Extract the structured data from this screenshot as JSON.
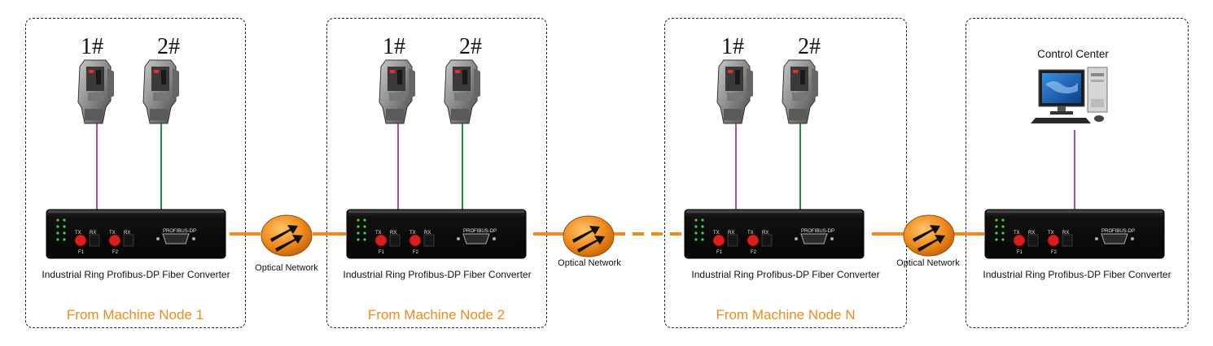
{
  "colors": {
    "orange": "#f08a1c",
    "purple": "#b04fa0",
    "green": "#1f8f3c",
    "black": "#1b1b1b",
    "red": "#d61f1f"
  },
  "icons": {
    "connector": "profibus-connector-icon",
    "converter": "fiber-converter-device",
    "network": "optical-network-icon",
    "computer": "computer-icon"
  },
  "nodes": [
    {
      "title": "From Machine Node 1",
      "connector_1": "1#",
      "connector_2": "2#",
      "device_caption": "Industrial Ring Profibus-DP Fiber Converter"
    },
    {
      "title": "From Machine Node 2",
      "connector_1": "1#",
      "connector_2": "2#",
      "device_caption": "Industrial Ring Profibus-DP Fiber Converter"
    },
    {
      "title": "From Machine Node N",
      "connector_1": "1#",
      "connector_2": "2#",
      "device_caption": "Industrial Ring Profibus-DP Fiber Converter"
    }
  ],
  "control_center": {
    "label": "Control Center",
    "device_caption": "Industrial Ring Profibus-DP Fiber Converter"
  },
  "networks": [
    "Optical Network",
    "Optical Network",
    "Optical Network"
  ],
  "device_panel": {
    "tx": "TX",
    "rx": "RX",
    "f1": "F1",
    "f2": "F2",
    "brand": "PROFIBUS-DP"
  }
}
